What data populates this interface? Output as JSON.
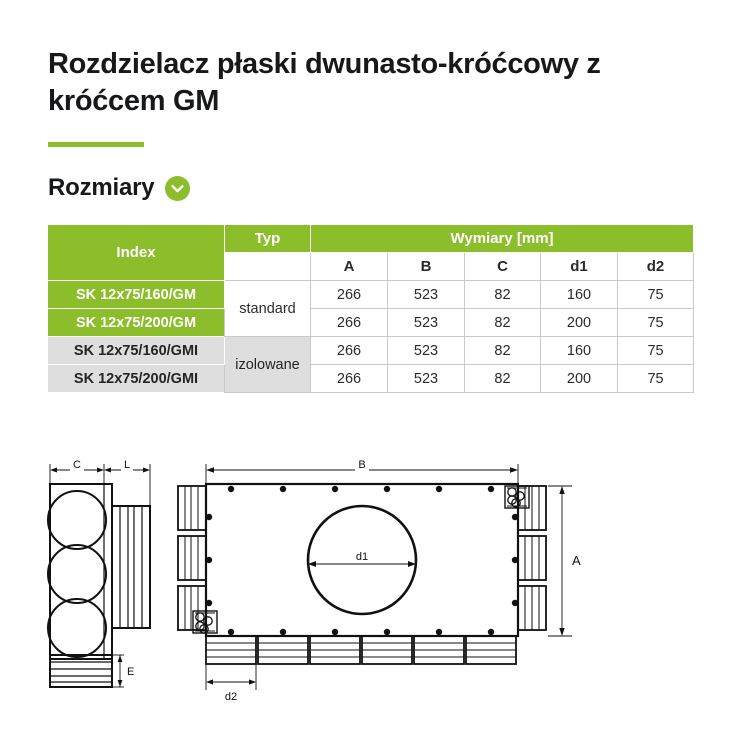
{
  "header": {
    "title": "Rozdzielacz płaski dwunasto-króćcowy z króćcem GM",
    "accent_color": "#8cbe2b"
  },
  "section": {
    "title": "Rozmiary",
    "toggle_icon": "chevron-down-icon",
    "toggle_color": "#8cbe2b"
  },
  "table": {
    "group_headers": {
      "index": "Index",
      "typ": "Typ",
      "wymiary": "Wymiary [mm]"
    },
    "dim_columns": [
      "A",
      "B",
      "C",
      "d1",
      "d2"
    ],
    "rows": [
      {
        "index": "SK 12x75/160/GM",
        "index_style": "green",
        "typ": "standard",
        "typ_style": "white",
        "typ_rowspan": 2,
        "values": [
          "266",
          "523",
          "82",
          "160",
          "75"
        ]
      },
      {
        "index": "SK 12x75/200/GM",
        "index_style": "green",
        "values": [
          "266",
          "523",
          "82",
          "200",
          "75"
        ]
      },
      {
        "index": "SK 12x75/160/GMI",
        "index_style": "gray",
        "typ": "izolowane",
        "typ_style": "gray",
        "typ_rowspan": 2,
        "values": [
          "266",
          "523",
          "82",
          "160",
          "75"
        ]
      },
      {
        "index": "SK 12x75/200/GMI",
        "index_style": "gray",
        "values": [
          "266",
          "523",
          "82",
          "200",
          "75"
        ]
      }
    ]
  },
  "drawing": {
    "side_view": {
      "labels": {
        "c": "C",
        "l": "L",
        "e": "E"
      },
      "circle_count": 3
    },
    "front_view": {
      "labels": {
        "b": "B",
        "a": "A",
        "d1": "d1",
        "d2": "d2"
      },
      "bottom_nozzle_count": 6,
      "left_nozzle_count": 3,
      "right_nozzle_count": 3
    },
    "line_color": "#111111"
  }
}
